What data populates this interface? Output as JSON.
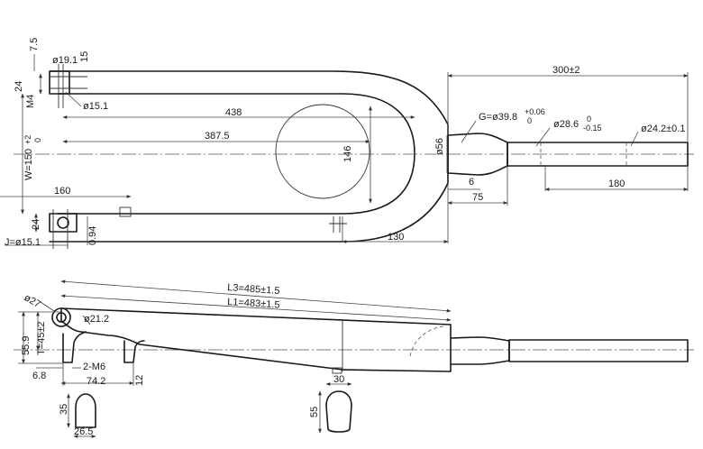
{
  "top_view": {
    "labels": {
      "d_7_5": "7.5",
      "d_19_1": "ø19.1",
      "d_15_top": "15",
      "d_24_left": "24",
      "d_m4": "M4",
      "d_15_1_top": "ø15.1",
      "d_438": "438",
      "d_387_5": "387.5",
      "d_w": "W=150",
      "d_w_tol_plus": "+2",
      "d_w_tol_minus": "0",
      "d_146": "146",
      "d_56": "ø56",
      "d_g": "G=ø39.8",
      "d_g_tol_plus": "+0.06",
      "d_g_tol_minus": "0",
      "d_28_6": "ø28.6",
      "d_28_6_tol_plus": "0",
      "d_28_6_tol_minus": "-0.15",
      "d_24_2": "ø24.2±0.1",
      "d_300": "300±2",
      "d_6": "6",
      "d_75": "75",
      "d_180": "180",
      "d_160": "160",
      "d_24_bottom": "24",
      "d_0_94": "0.94",
      "d_j": "J=ø15.1",
      "d_130": "130"
    }
  },
  "side_view": {
    "labels": {
      "d_27": "ø27",
      "d_l3": "L3=485±1.5",
      "d_l1": "L1=483±1.5",
      "d_21_2": "ø21.2",
      "d_55_9": "55.9",
      "d_t": "T=45±2",
      "d_m6": "2-M6",
      "d_6_8": "6.8",
      "d_74_2": "74.2",
      "d_12": "12"
    }
  },
  "sections": {
    "left": {
      "height": "35",
      "width": "26.5"
    },
    "right": {
      "width": "30",
      "height": "55"
    }
  }
}
